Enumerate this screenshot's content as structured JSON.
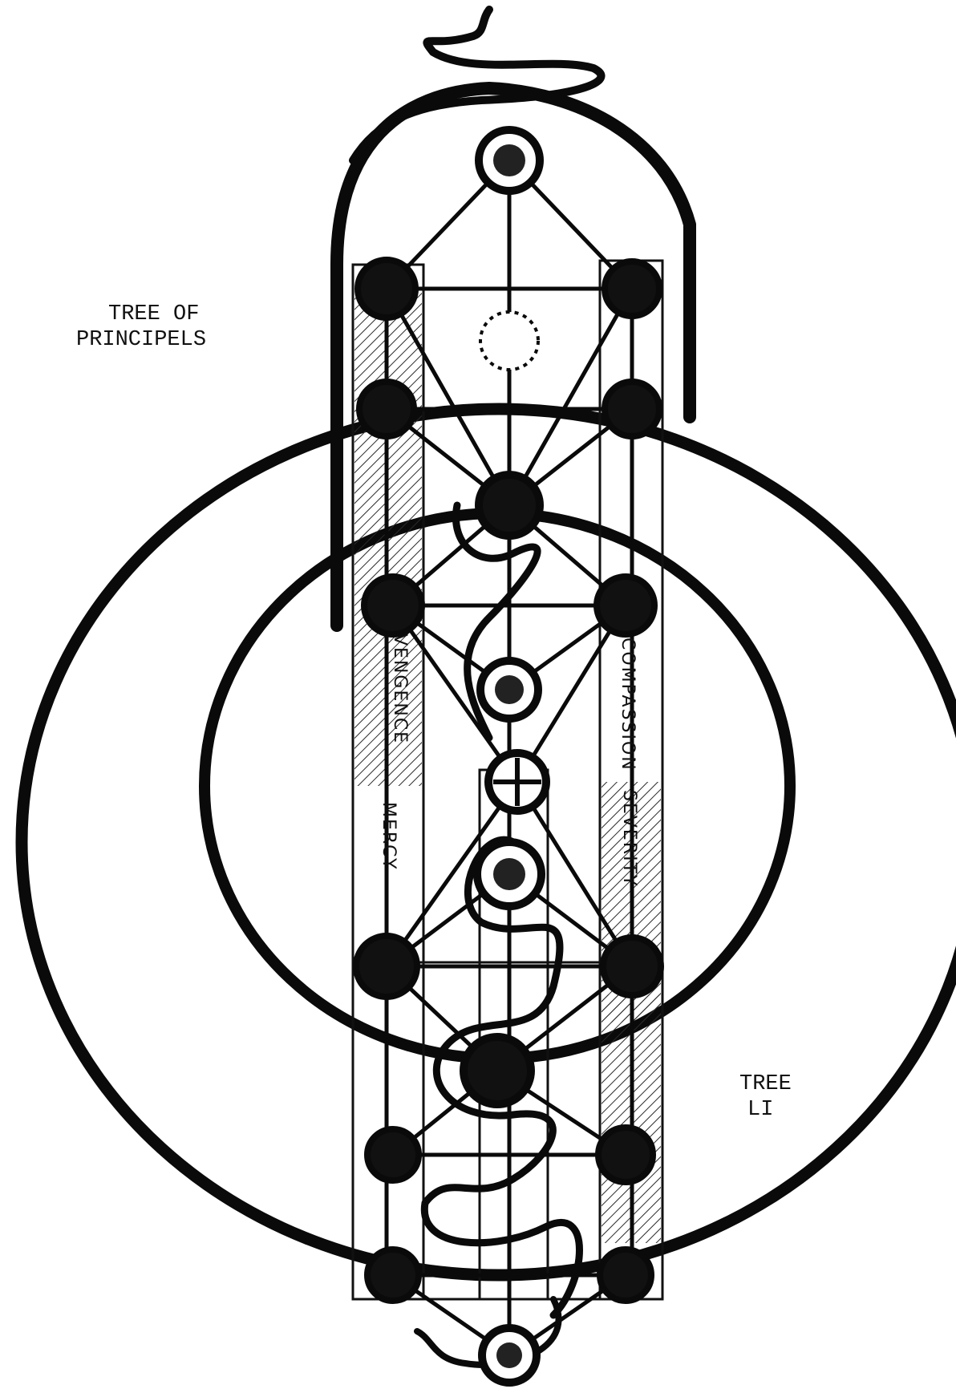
{
  "labels": {
    "tree_of_principels_line1": "TREE OF",
    "tree_of_principels_line2": "PRINCIPELS",
    "tree_of_life_line1": "TREE",
    "tree_of_life_line2": "LI",
    "vengence": "VENGENCE",
    "compassion": "COMPASSION",
    "mercy": "MERCY",
    "severity": "SEVERITY"
  },
  "colors": {
    "ink": "#0a0a0a",
    "paper": "#ffffff",
    "hatch": "#2a2a2a"
  }
}
